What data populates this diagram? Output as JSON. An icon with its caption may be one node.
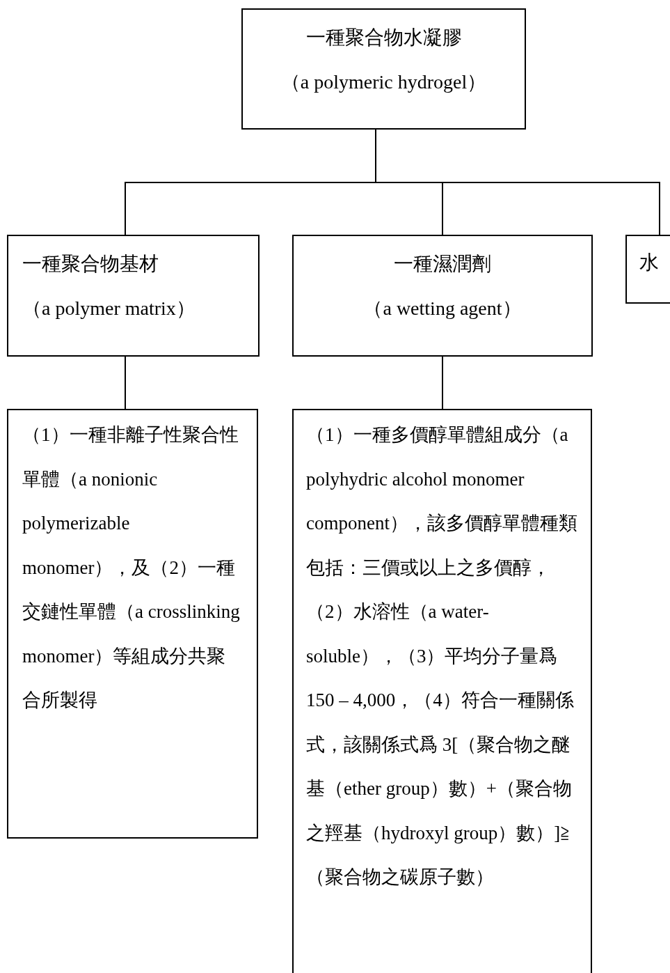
{
  "diagram": {
    "nodes": [
      {
        "text": [
          "一種聚合物水凝膠",
          "（a polymeric hydrogel）"
        ]
      },
      {
        "text": [
          "一種聚合物基材",
          "（a polymer matrix）"
        ]
      },
      {
        "text": [
          "一種濕潤劑",
          "（a wetting agent）"
        ]
      },
      {
        "text": [
          "水"
        ]
      },
      {
        "text": [
          "（1）一種非離子性聚合性單體（a nonionic polymerizable monomer），及（2）一種交鏈性單體（a crosslinking monomer）等組成分共聚合所製得"
        ]
      },
      {
        "text": [
          "（1）一種多價醇單體組成分（a polyhydric alcohol monomer component），該多價醇單體種類包括：三價或以上之多價醇，（2）水溶性（a water-soluble），（3）平均分子量爲 150 – 4,000，（4）符合一種關係式，該關係式爲 3[（聚合物之醚基（ether group）數）+（聚合物之羥基（hydroxyl group）數）]≧（聚合物之碳原子數）"
        ]
      }
    ],
    "edges": [
      {
        "from": 0,
        "to": 1,
        "arrow": "none"
      },
      {
        "from": 0,
        "to": 2,
        "arrow": "none"
      },
      {
        "from": 0,
        "to": 3,
        "arrow": "none"
      },
      {
        "from": 1,
        "to": 4,
        "arrow": "none"
      },
      {
        "from": 2,
        "to": 5,
        "arrow": "none"
      }
    ]
  }
}
